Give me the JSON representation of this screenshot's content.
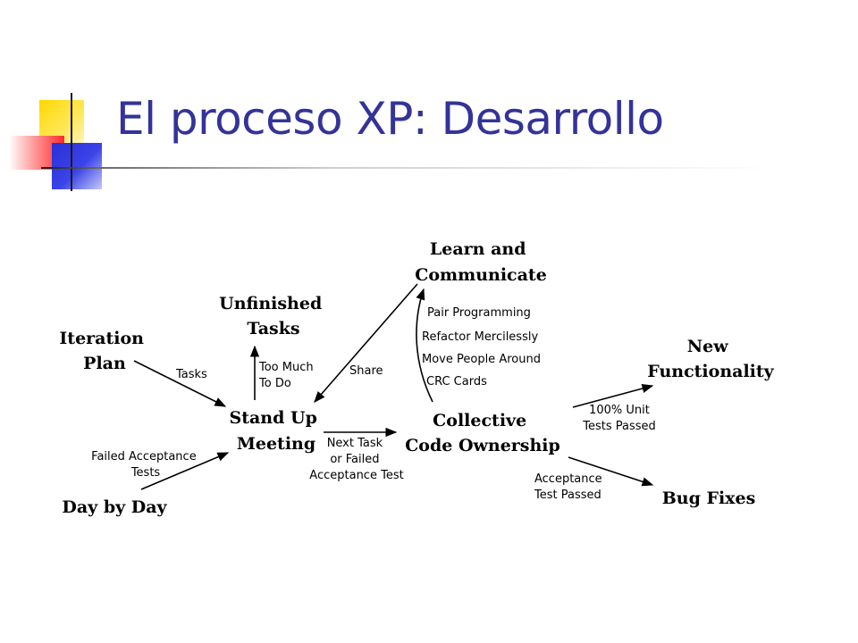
{
  "slide": {
    "title": "El proceso XP: Desarrollo"
  },
  "diagram": {
    "nodes": {
      "iteration_plan": [
        "Iteration",
        "Plan"
      ],
      "day_by_day": [
        "Day by Day"
      ],
      "unfinished_tasks": [
        "Unfinished",
        "Tasks"
      ],
      "stand_up_meeting": [
        "Stand Up",
        "Meeting"
      ],
      "learn_communicate": [
        "Learn and",
        "Communicate"
      ],
      "collective_code_ownership": [
        "Collective",
        "Code Ownership"
      ],
      "new_functionality": [
        "New",
        "Functionality"
      ],
      "bug_fixes": [
        "Bug Fixes"
      ]
    },
    "edge_labels": {
      "tasks": [
        "Tasks"
      ],
      "failed_acceptance_tests": [
        "Failed Acceptance",
        "Tests"
      ],
      "too_much_to_do": [
        "Too Much",
        "To Do"
      ],
      "share": [
        "Share"
      ],
      "next_task": [
        "Next Task",
        "or Failed",
        "Acceptance Test"
      ],
      "unit_tests_passed": [
        "100% Unit",
        "Tests Passed"
      ],
      "acceptance_test_passed": [
        "Acceptance",
        "Test Passed"
      ]
    },
    "practices": [
      "Pair Programming",
      "Refactor Mercilessly",
      "Move People Around",
      "CRC Cards"
    ]
  }
}
